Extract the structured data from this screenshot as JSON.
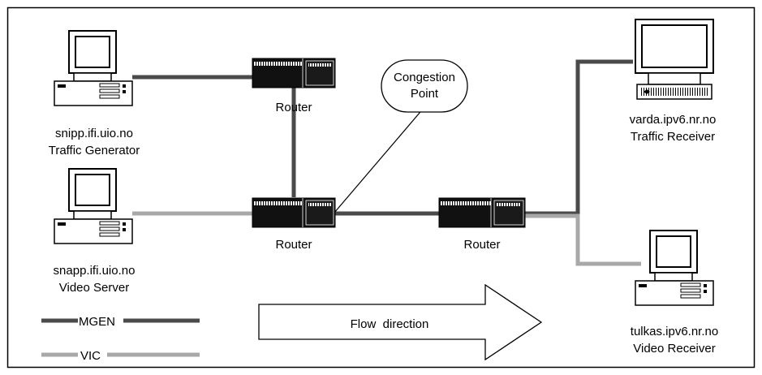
{
  "colors": {
    "mgen": "#4a4a4a",
    "vic": "#a8a8a8",
    "outline": "#000000",
    "router_body": "#111111"
  },
  "hosts": {
    "snipp": {
      "name": "snipp.ifi.uio.no",
      "role": "Traffic Generator"
    },
    "snapp": {
      "name": "snapp.ifi.uio.no",
      "role": "Video Server"
    },
    "varda": {
      "name": "varda.ipv6.nr.no",
      "role": "Traffic Receiver"
    },
    "tulkas": {
      "name": "tulkas.ipv6.nr.no",
      "role": "Video Receiver"
    }
  },
  "routers": {
    "top": {
      "label": "Router"
    },
    "middle": {
      "label": "Router"
    },
    "right": {
      "label": "Router"
    }
  },
  "congestion": {
    "line1": "Congestion",
    "line2": "Point"
  },
  "legend": {
    "mgen": "MGEN",
    "vic": "VIC"
  },
  "flow": {
    "label": "Flow  direction"
  }
}
